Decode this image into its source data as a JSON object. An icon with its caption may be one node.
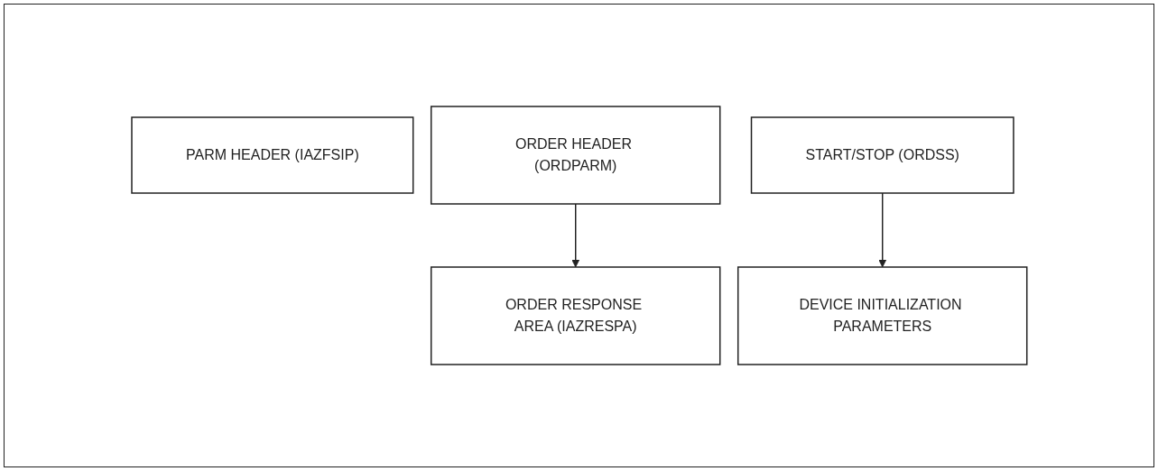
{
  "diagram": {
    "nodes": [
      {
        "text": [
          "PARM HEADER (IAZFSIP)"
        ]
      },
      {
        "text": [
          "ORDER HEADER (ORDPARM)"
        ]
      },
      {
        "text": [
          "START/STOP (ORDSS)"
        ]
      },
      {
        "text": [
          "DEVICE INITIALIZATION PARAMETERS"
        ]
      },
      {
        "text": [
          "ORDER RESPONSE AREA (IAZRESPA)"
        ]
      }
    ],
    "edges": [
      {
        "from": 1,
        "to": 4,
        "arrow": "to"
      },
      {
        "from": 2,
        "to": 3,
        "arrow": "to"
      }
    ]
  }
}
